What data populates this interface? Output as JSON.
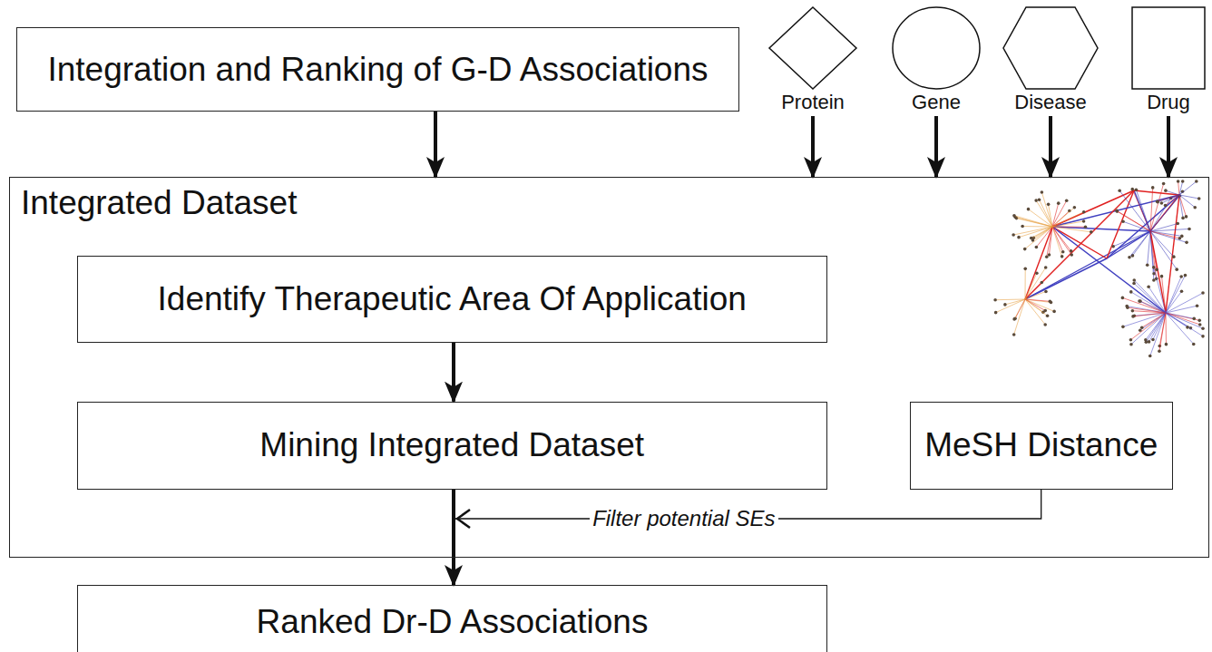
{
  "diagram": {
    "nodes": [
      {
        "text": [
          "Integration and Ranking of G-D Associations"
        ]
      },
      {
        "text": [
          "Protein"
        ]
      },
      {
        "text": [
          "Gene"
        ]
      },
      {
        "text": [
          "Disease"
        ]
      },
      {
        "text": [
          "Drug"
        ]
      },
      {
        "text": [
          "Integrated Dataset"
        ]
      },
      {
        "text": [
          "Identify Therapeutic Area Of Application"
        ],
        "in": 5
      },
      {
        "text": [
          "Mining Integrated Dataset"
        ],
        "in": 5
      },
      {
        "text": [
          "MeSH Distance"
        ],
        "in": 5
      },
      {
        "text": [
          "Ranked Dr-D Associations"
        ]
      }
    ],
    "edges": [
      {
        "from": 0,
        "to": 5,
        "arrow": "to"
      },
      {
        "from": 1,
        "to": 5,
        "arrow": "to"
      },
      {
        "from": 2,
        "to": 5,
        "arrow": "to"
      },
      {
        "from": 3,
        "to": 5,
        "arrow": "to"
      },
      {
        "from": 4,
        "to": 5,
        "arrow": "to"
      },
      {
        "from": 6,
        "to": 7,
        "arrow": "to"
      },
      {
        "from": 7,
        "to": 9,
        "arrow": "to"
      },
      {
        "from": 8,
        "to": 9,
        "arrow": "to",
        "label": "Filter potential SEs"
      }
    ]
  }
}
